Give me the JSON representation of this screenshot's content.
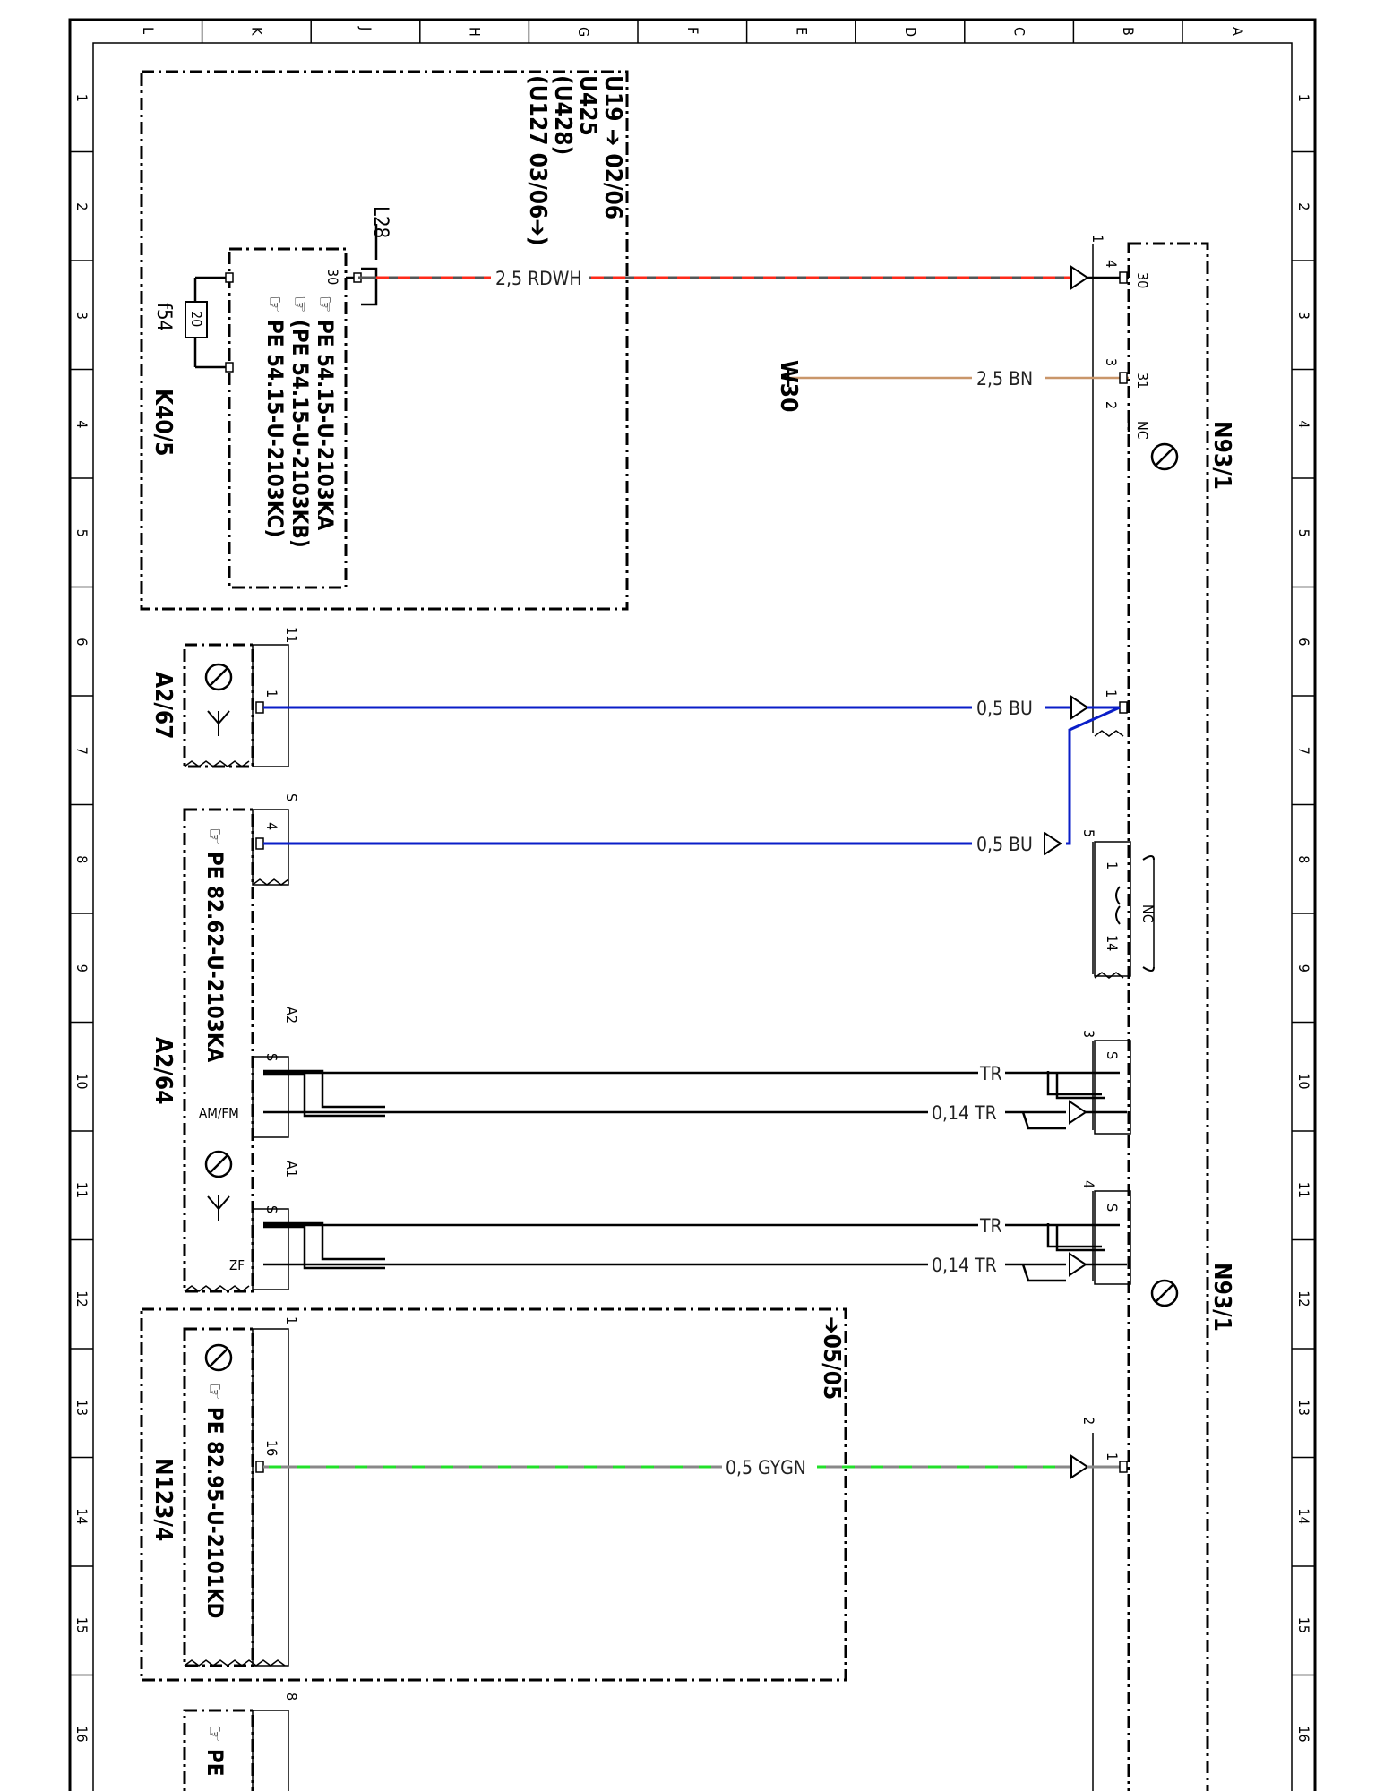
{
  "grid": {
    "columns": [
      "L",
      "K",
      "J",
      "H",
      "G",
      "F",
      "E",
      "D",
      "C",
      "B",
      "A"
    ],
    "rows": [
      "1",
      "2",
      "3",
      "4",
      "5",
      "6",
      "7",
      "8",
      "9",
      "10",
      "11",
      "12",
      "13",
      "14",
      "15",
      "16"
    ]
  },
  "k40_block": {
    "refs": [
      "U19 ➔ 02/06",
      "U425",
      "(U428)",
      "(U127 03/06➔)"
    ],
    "pe_lines": [
      "PE 54.15-U-2103KA",
      "(PE 54.15-U-2103KB)",
      "PE 54.15-U-2103KC)"
    ],
    "pin_30": "30",
    "fuse_name": "f54",
    "fuse_value": "20",
    "jumper": "L28",
    "component": "K40/5"
  },
  "n93_block": {
    "component_top": "N93/1",
    "component_bottom": "N93/1",
    "pin_30": "30",
    "pin_31": "31",
    "pin_nc": "NC",
    "pins": [
      "1",
      "4",
      "3",
      "2",
      "1",
      "5",
      "1",
      "14",
      "NC",
      "3",
      "S",
      "4",
      "S",
      "2",
      "1"
    ]
  },
  "wires": [
    {
      "label": "2,5 RDWH"
    },
    {
      "label": "2,5 BN"
    },
    {
      "label": "0,5 BU"
    },
    {
      "label": "0,5 BU"
    },
    {
      "label": "TR"
    },
    {
      "label": "0,14 TR"
    },
    {
      "label": "TR"
    },
    {
      "label": "0,14 TR"
    },
    {
      "label": "0,5 GYGN"
    }
  ],
  "ground": "W30",
  "a2_67": {
    "component": "A2/67",
    "pin_top": "11",
    "pin": "1"
  },
  "a2_64": {
    "component": "A2/64",
    "pe": "PE 82.62-U-2103KA",
    "pin_s": "S",
    "pin_4": "4",
    "a2": "A2",
    "a1": "A1",
    "s": "S",
    "amfm": "AM/FM",
    "zf": "ZF"
  },
  "n123_block": {
    "component": "N123/4",
    "pe": "PE 82.95-U-2101KD",
    "ref": "➔05/05",
    "pin_top": "1",
    "pin_16": "16",
    "pin_8": "8",
    "pe_partial": "PE"
  }
}
